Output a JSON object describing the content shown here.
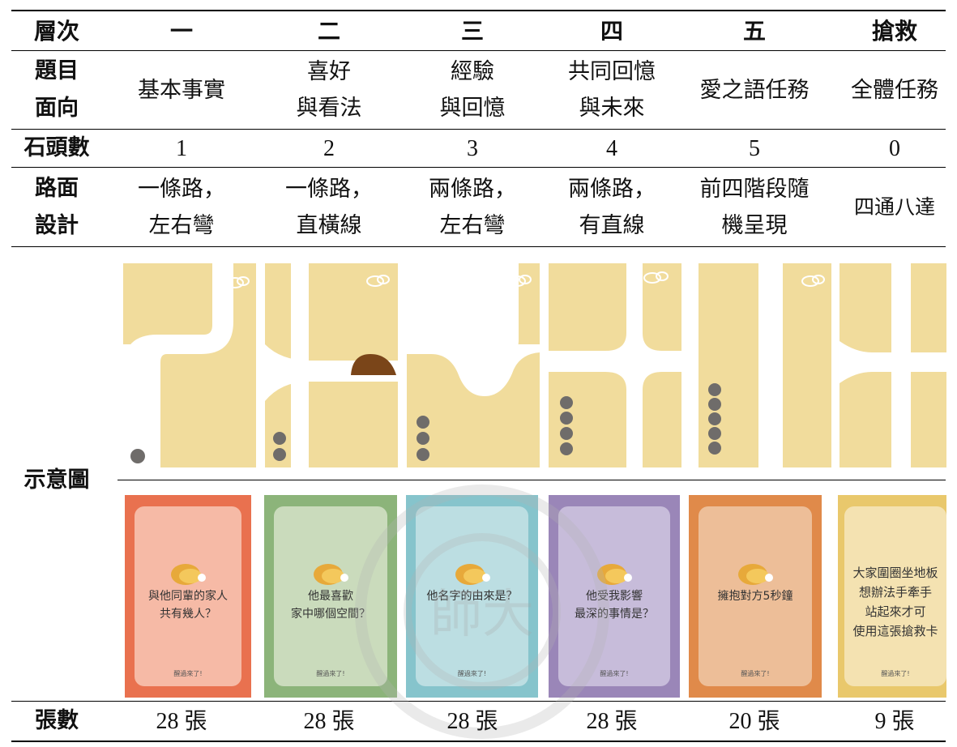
{
  "header": {
    "row_label": "層次",
    "levels": [
      "一",
      "二",
      "三",
      "四",
      "五",
      "搶救"
    ]
  },
  "rows": {
    "topic": {
      "label": "題目\n面向",
      "values": [
        "基本事實",
        "喜好\n與看法",
        "經驗\n與回憶",
        "共同回憶\n與未來",
        "愛之語任務",
        "全體任務"
      ]
    },
    "stones": {
      "label": "石頭數",
      "values": [
        "1",
        "2",
        "3",
        "4",
        "5",
        "0"
      ]
    },
    "road": {
      "label": "路面\n設計",
      "values": [
        "一條路，\n左右彎",
        "一條路，\n直橫線",
        "兩條路，\n左右彎",
        "兩條路，\n有直線",
        "前四階段隨\n機呈現",
        "四通八達"
      ]
    },
    "diagram": {
      "label": "示意圖"
    },
    "cards": {
      "label": "張數",
      "values": [
        "28 張",
        "28 張",
        "28 張",
        "28 張",
        "20 張",
        "9 張"
      ]
    }
  },
  "card_questions": [
    "與他同輩的家人\n共有幾人？",
    "他最喜歡\n家中哪個空間？",
    "他名字的由來是？",
    "他受我影響\n最深的事情是？",
    "擁抱對方5秒鐘",
    "大家圍圈坐地板\n想辦法手牽手\n站起來才可\n使用這張搶救卡"
  ],
  "card_logo": "醒過來了!",
  "watermark_text": "師大",
  "colors": {
    "board_sand": "#f1dc9c",
    "road_white": "#ffffff",
    "stone_grey": "#6f6c6a",
    "rock_brown": "#7a4519",
    "card_level1": "#e9714f",
    "card_level2": "#8cb47a",
    "card_level3": "#86c4cc",
    "card_level4": "#9a86b8",
    "card_level5": "#e08a4a",
    "card_rescue": "#e9c86c"
  }
}
